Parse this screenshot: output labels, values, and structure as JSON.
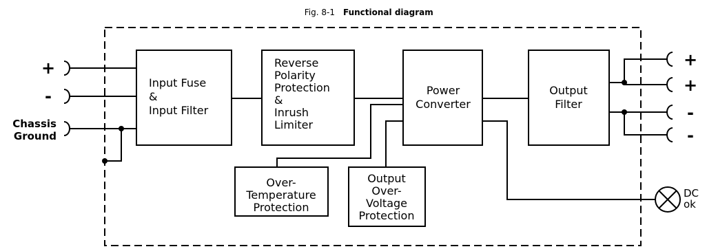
{
  "figure": {
    "prefix": "Fig. 8-1",
    "title": "Functional diagram"
  },
  "inputs": {
    "plus": "+",
    "minus": "-",
    "chassis_line1": "Chassis",
    "chassis_line2": "Ground"
  },
  "blocks": {
    "input_fuse": [
      "Input Fuse",
      "&",
      "Input Filter"
    ],
    "reverse_polarity": [
      "Reverse",
      "Polarity",
      "Protection",
      "&",
      "Inrush",
      "Limiter"
    ],
    "power_converter": [
      "Power",
      "Converter"
    ],
    "output_filter": [
      "Output",
      "Filter"
    ],
    "over_temperature": [
      "Over-",
      "Temperature",
      "Protection"
    ],
    "output_over_voltage": [
      "Output",
      "Over-",
      "Voltage",
      "Protection"
    ]
  },
  "outputs": {
    "plus1": "+",
    "plus2": "+",
    "minus1": "-",
    "minus2": "-"
  },
  "dc_ok": {
    "line1": "DC",
    "line2": "ok"
  },
  "colors": {
    "line": "#000000",
    "background": "#ffffff"
  }
}
